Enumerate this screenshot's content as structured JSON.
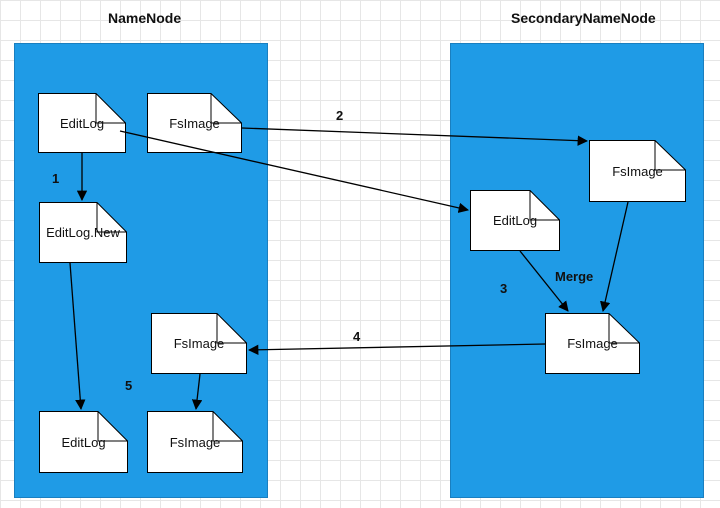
{
  "titles": {
    "namenode": "NameNode",
    "secondary": "SecondaryNameNode"
  },
  "documents": {
    "nn_editlog": "EditLog",
    "nn_fsimage": "FsImage",
    "nn_editlog_new": "EditLog.New",
    "nn_fsimage_new": "FsImage",
    "nn_editlog_final": "EditLog",
    "nn_fsimage_final": "FsImage",
    "snn_fsimage": "FsImage",
    "snn_editlog": "EditLog",
    "snn_fsimage_merged": "FsImage"
  },
  "steps": {
    "s1": "1",
    "s2": "2",
    "s3": "3",
    "s4": "4",
    "s5": "5",
    "merge": "Merge"
  },
  "colors": {
    "panel": "#1f9be6",
    "document": "#ffffff",
    "arrow": "#000000"
  }
}
